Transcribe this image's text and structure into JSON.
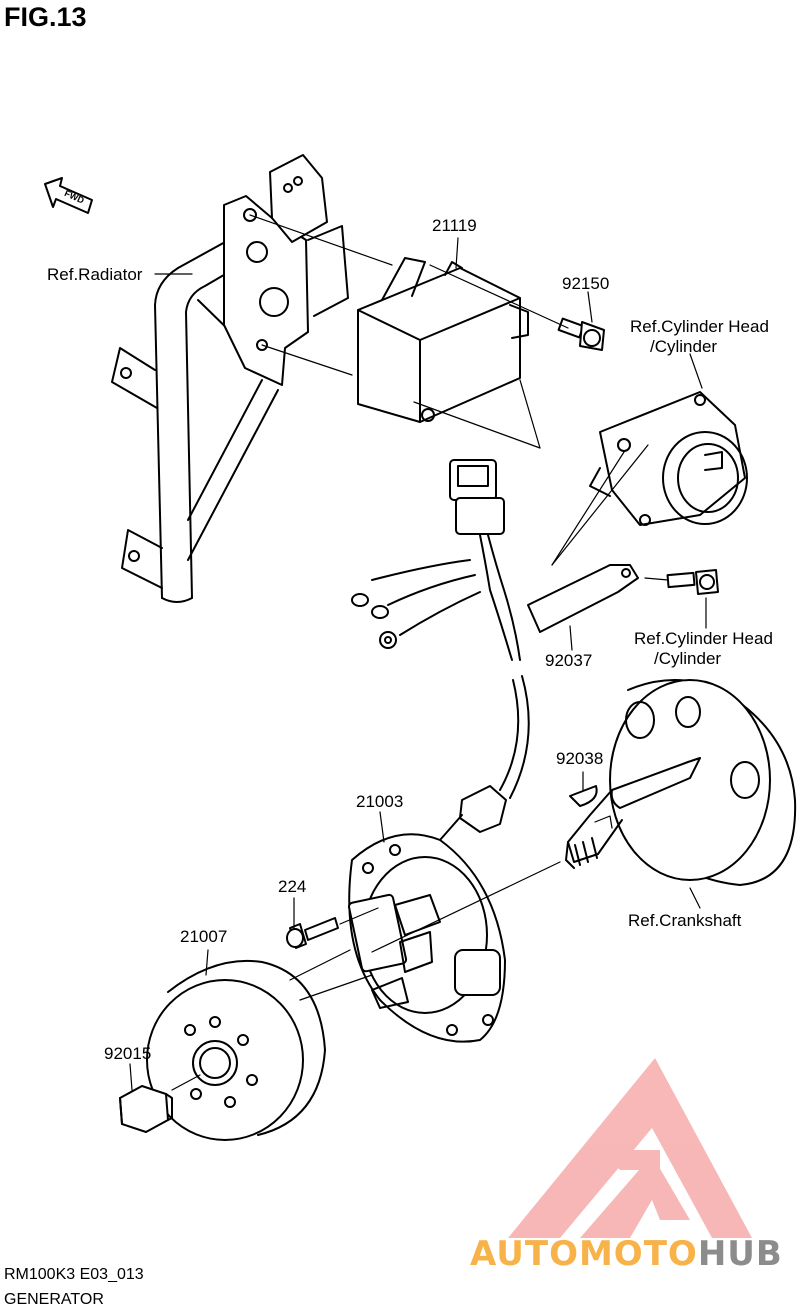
{
  "figure": {
    "title": "FIG.13"
  },
  "callouts": {
    "fwd": "FWD",
    "ref_radiator": "Ref.Radiator",
    "p21119": "21119",
    "p92150": "92150",
    "ref_cyl_head_1_l1": "Ref.Cylinder Head",
    "ref_cyl_head_1_l2": "/Cylinder",
    "p92037": "92037",
    "ref_cyl_head_2_l1": "Ref.Cylinder Head",
    "ref_cyl_head_2_l2": "/Cylinder",
    "p92038": "92038",
    "p21003": "21003",
    "p224": "224",
    "ref_crankshaft": "Ref.Crankshaft",
    "p21007": "21007",
    "p92015": "92015"
  },
  "footer": {
    "code": "RM100K3 E03_013",
    "section": "GENERATOR"
  },
  "watermark": {
    "part1": "AUTOMOTO",
    "part2": "HUB",
    "color_main": "#f7b24a",
    "color_accent": "#8c8c8c",
    "logo_color": "#f5a0a0"
  }
}
